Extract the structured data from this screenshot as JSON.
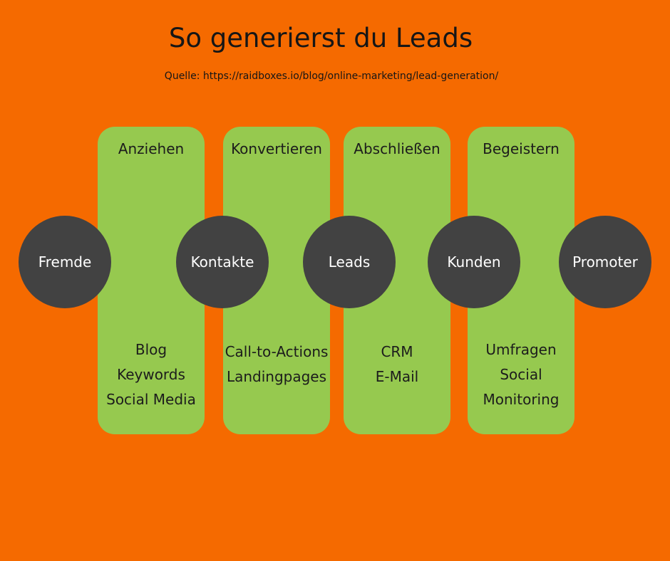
{
  "header": {
    "title": "So generierst du Leads",
    "source": "Quelle: https://raidboxes.io/blog/online-marketing/lead-generation/"
  },
  "stages": [
    {
      "title": "Anziehen",
      "items": [
        "Blog",
        "Keywords",
        "Social Media"
      ]
    },
    {
      "title": "Konvertieren",
      "items": [
        "Call-to-Actions",
        "Landingpages"
      ]
    },
    {
      "title": "Abschließen",
      "items": [
        "CRM",
        "E-Mail"
      ]
    },
    {
      "title": "Begeistern",
      "items": [
        "Umfragen",
        "Social",
        "Monitoring"
      ]
    }
  ],
  "nodes": [
    "Fremde",
    "Kontakte",
    "Leads",
    "Kunden",
    "Promoter"
  ],
  "colors": {
    "background": "#f56a00",
    "stage": "#96c94f",
    "node": "#424242"
  }
}
